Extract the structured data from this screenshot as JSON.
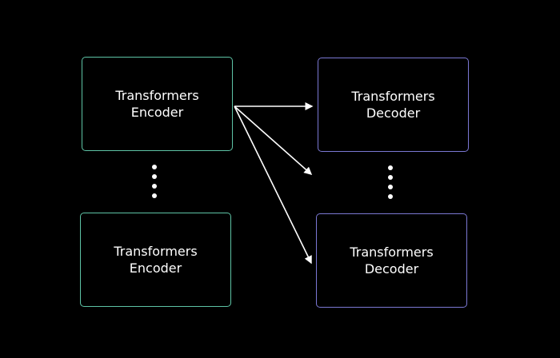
{
  "colors": {
    "background": "#000000",
    "encoder_border": "#5ec4a6",
    "decoder_border": "#7b78d4",
    "text": "#ffffff",
    "arrow": "#ffffff"
  },
  "encoders": [
    {
      "line1": "Transformers",
      "line2": "Encoder"
    },
    {
      "line1": "Transformers",
      "line2": "Encoder"
    }
  ],
  "decoders": [
    {
      "line1": "Transformers",
      "line2": "Decoder"
    },
    {
      "line1": "Transformers",
      "line2": "Decoder"
    }
  ],
  "ellipsis": {
    "encoder_dot_count": 4,
    "decoder_dot_count": 4
  },
  "connections": [
    {
      "from": "encoder-top",
      "to": "decoder-top"
    },
    {
      "from": "encoder-top",
      "to": "decoder-middle"
    },
    {
      "from": "encoder-top",
      "to": "decoder-bottom"
    }
  ]
}
